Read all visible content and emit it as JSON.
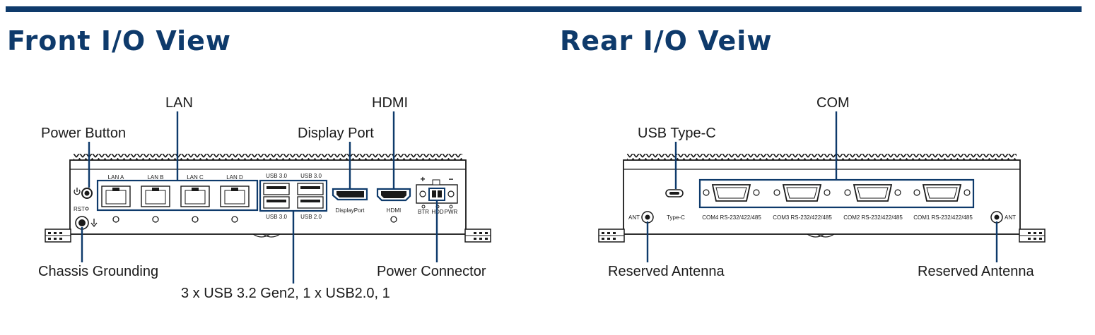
{
  "colors": {
    "accent": "#0e3a6b",
    "ink": "#1a1a1a"
  },
  "front": {
    "title": "Front I/O View",
    "callouts": {
      "lan": "LAN",
      "hdmi": "HDMI",
      "power_button": "Power Button",
      "display_port": "Display Port",
      "chassis_grounding": "Chassis Grounding",
      "power_connector": "Power Connector",
      "usb": "3 x USB 3.2 Gen2, 1 x USB2.0, 1"
    },
    "ports": {
      "lan": [
        "LAN A",
        "LAN B",
        "LAN C",
        "LAN D"
      ],
      "usb_top_left": "USB 3.0",
      "usb_top_right": "USB 3.0",
      "usb_bottom_left": "USB 3.0",
      "usb_bottom_right": "USB 2.0",
      "displayport": "DisplayPort",
      "hdmi": "HDMI",
      "rst": "RST",
      "power_plus": "+",
      "power_minus": "−",
      "leds": [
        "BTR",
        "HDD",
        "PWR"
      ]
    }
  },
  "rear": {
    "title": "Rear I/O Veiw",
    "callouts": {
      "com": "COM",
      "usb_type_c": "USB Type-C",
      "antenna_left": "Reserved Antenna",
      "antenna_right": "Reserved Antenna"
    },
    "ports": {
      "type_c": "Type-C",
      "ant_left": "ANT",
      "ant_right": "ANT",
      "com": [
        "COM4 RS-232/422/485",
        "COM3 RS-232/422/485",
        "COM2 RS-232/422/485",
        "COM1 RS-232/422/485"
      ]
    }
  }
}
